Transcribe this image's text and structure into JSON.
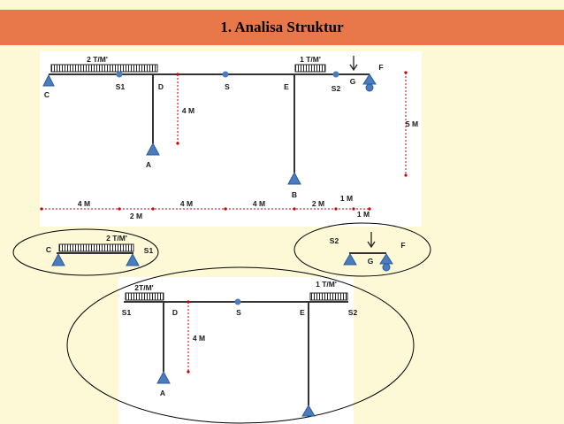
{
  "header": {
    "title": "1.  Analisa Struktur"
  },
  "colors": {
    "header_bar": "#e8784a",
    "background": "#fdf9d7",
    "support": "#4a7cc0",
    "dimension": "#cc0000",
    "beam": "#333333"
  },
  "main": {
    "loads": {
      "left": "2 T/M'",
      "right": "1 T/M'"
    },
    "nodes": {
      "C": "C",
      "S1": "S1",
      "D": "D",
      "S": "S",
      "E": "E",
      "S2": "S2",
      "G": "G",
      "F": "F",
      "A": "A",
      "B": "B"
    },
    "dims": {
      "col_a": "4 M",
      "col_b": "5 M",
      "d1": "4 M",
      "d2": "2 M",
      "d3": "4 M",
      "d4": "4 M",
      "d5": "2 M",
      "d6": "1 M",
      "d7": "1 M"
    }
  },
  "left_sub": {
    "load": "2 T/M'",
    "left": "C",
    "right": "S1"
  },
  "right_sub": {
    "left": "S2",
    "mid": "G",
    "right": "F"
  },
  "bottom_sub": {
    "load_left": "2T/M'",
    "load_right": "1 T/M'",
    "nodes": {
      "S1": "S1",
      "D": "D",
      "S": "S",
      "E": "E",
      "S2": "S2",
      "A": "A"
    },
    "dim": "4 M"
  }
}
